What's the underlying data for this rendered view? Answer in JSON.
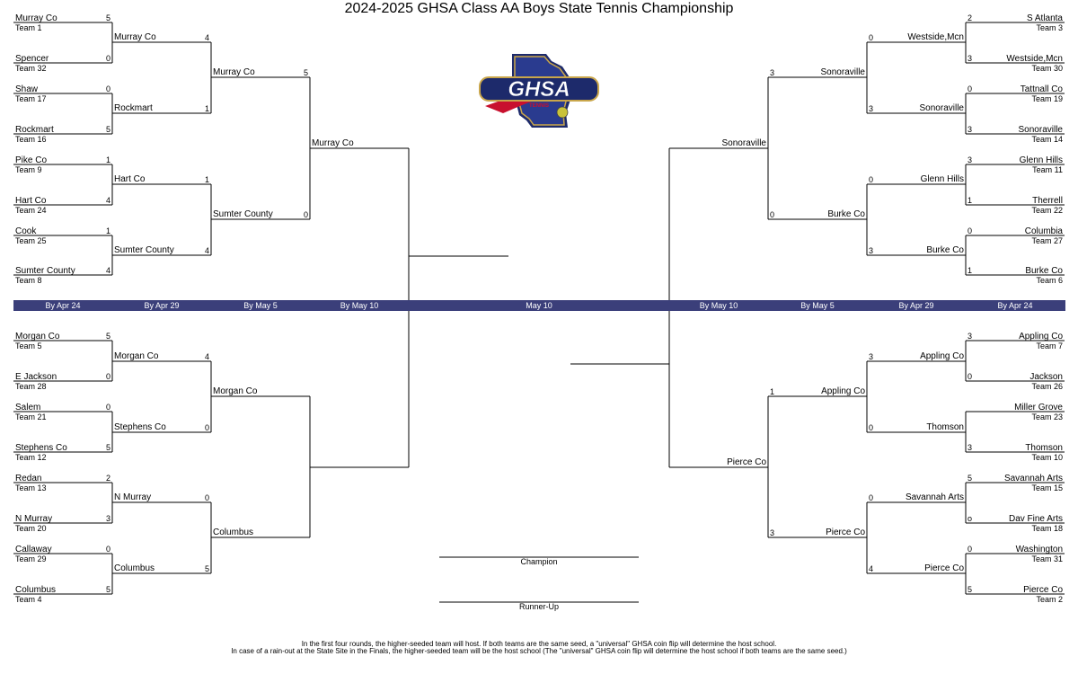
{
  "title": "2024-2025 GHSA Class AA Boys State Tennis Championship",
  "logo": {
    "text": "GHSA",
    "subtext": "TENNIS"
  },
  "round_labels": [
    "By Apr 24",
    "By Apr 29",
    "By May 5",
    "By May 10",
    "May 10",
    "By May 10",
    "By May 5",
    "By Apr 29",
    "By Apr 24"
  ],
  "champion_label": "Champion",
  "runner_up_label": "Runner-Up",
  "footer": [
    "In the first four rounds, the higher-seeded team will host.  If both teams are the same seed, a \"universal\" GHSA coin flip will determine the host school.",
    "In case of a rain-out at the State Site in the Finals, the higher-seeded team will be the host school (The \"universal\" GHSA coin flip will determine the host school if both teams are the same seed.)"
  ],
  "left": {
    "r1": [
      {
        "name": "Murray Co",
        "seed": "Team 1",
        "score": "5"
      },
      {
        "name": "Spencer",
        "seed": "Team 32",
        "score": "0"
      },
      {
        "name": "Shaw",
        "seed": "Team 17",
        "score": "0"
      },
      {
        "name": "Rockmart",
        "seed": "Team 16",
        "score": "5"
      },
      {
        "name": "Pike Co",
        "seed": "Team 9",
        "score": "1"
      },
      {
        "name": "Hart Co",
        "seed": "Team 24",
        "score": "4"
      },
      {
        "name": "Cook",
        "seed": "Team 25",
        "score": "1"
      },
      {
        "name": "Sumter County",
        "seed": "Team 8",
        "score": "4"
      },
      {
        "name": "Morgan Co",
        "seed": "Team 5",
        "score": "5"
      },
      {
        "name": "E Jackson",
        "seed": "Team 28",
        "score": "0"
      },
      {
        "name": "Salem",
        "seed": "Team 21",
        "score": "0"
      },
      {
        "name": "Stephens Co",
        "seed": "Team 12",
        "score": "5"
      },
      {
        "name": "Redan",
        "seed": "Team 13",
        "score": "2"
      },
      {
        "name": "N Murray",
        "seed": "Team 20",
        "score": "3"
      },
      {
        "name": "Callaway",
        "seed": "Team 29",
        "score": "0"
      },
      {
        "name": "Columbus",
        "seed": "Team 4",
        "score": "5"
      }
    ],
    "r2": [
      {
        "name": "Murray Co",
        "score": "4"
      },
      {
        "name": "Rockmart",
        "score": "1"
      },
      {
        "name": "Hart Co",
        "score": "1"
      },
      {
        "name": "Sumter County",
        "score": "4"
      },
      {
        "name": "Morgan Co",
        "score": "4"
      },
      {
        "name": "Stephens Co",
        "score": "0"
      },
      {
        "name": "N Murray",
        "score": "0"
      },
      {
        "name": "Columbus",
        "score": "5"
      }
    ],
    "r3": [
      {
        "name": "Murray Co",
        "score": "5"
      },
      {
        "name": "Sumter County",
        "score": "0"
      },
      {
        "name": "Morgan Co",
        "score": ""
      },
      {
        "name": "Columbus",
        "score": ""
      }
    ],
    "r4": [
      {
        "name": "Murray Co"
      },
      {
        "name": ""
      }
    ]
  },
  "right": {
    "r1": [
      {
        "name": "S Atlanta",
        "seed": "Team 3",
        "score": "2"
      },
      {
        "name": "Westside,Mcn",
        "seed": "Team 30",
        "score": "3"
      },
      {
        "name": "Tattnall Co",
        "seed": "Team 19",
        "score": "0"
      },
      {
        "name": "Sonoraville",
        "seed": "Team 14",
        "score": "3"
      },
      {
        "name": "Glenn Hills",
        "seed": "Team 11",
        "score": "3"
      },
      {
        "name": "Therrell",
        "seed": "Team 22",
        "score": "1"
      },
      {
        "name": "Columbia",
        "seed": "Team 27",
        "score": "0"
      },
      {
        "name": "Burke Co",
        "seed": "Team 6",
        "score": "1"
      },
      {
        "name": "Appling Co",
        "seed": "Team 7",
        "score": "3"
      },
      {
        "name": "Jackson",
        "seed": "Team 26",
        "score": "0"
      },
      {
        "name": "Miller Grove",
        "seed": "Team 23",
        "score": ""
      },
      {
        "name": "Thomson",
        "seed": "Team 10",
        "score": "3"
      },
      {
        "name": "Savannah Arts",
        "seed": "Team 15",
        "score": "5"
      },
      {
        "name": "Dav Fine Arts",
        "seed": "Team 18",
        "score": "o"
      },
      {
        "name": "Washington",
        "seed": "Team 31",
        "score": "0"
      },
      {
        "name": "Pierce Co",
        "seed": "Team 2",
        "score": "5"
      }
    ],
    "r2": [
      {
        "name": "Westside,Mcn",
        "score": "0"
      },
      {
        "name": "Sonoraville",
        "score": "3"
      },
      {
        "name": "Glenn Hills",
        "score": "0"
      },
      {
        "name": "Burke Co",
        "score": "3"
      },
      {
        "name": "Appling Co",
        "score": "3"
      },
      {
        "name": "Thomson",
        "score": "0"
      },
      {
        "name": "Savannah Arts",
        "score": "0"
      },
      {
        "name": "Pierce Co",
        "score": "4"
      }
    ],
    "r3": [
      {
        "name": "Sonoraville",
        "score": "3"
      },
      {
        "name": "Burke Co",
        "score": "0"
      },
      {
        "name": "Appling Co",
        "score": "1"
      },
      {
        "name": "Pierce Co",
        "score": "3"
      }
    ],
    "r4": [
      {
        "name": "Sonoraville"
      },
      {
        "name": "Pierce Co"
      }
    ]
  }
}
